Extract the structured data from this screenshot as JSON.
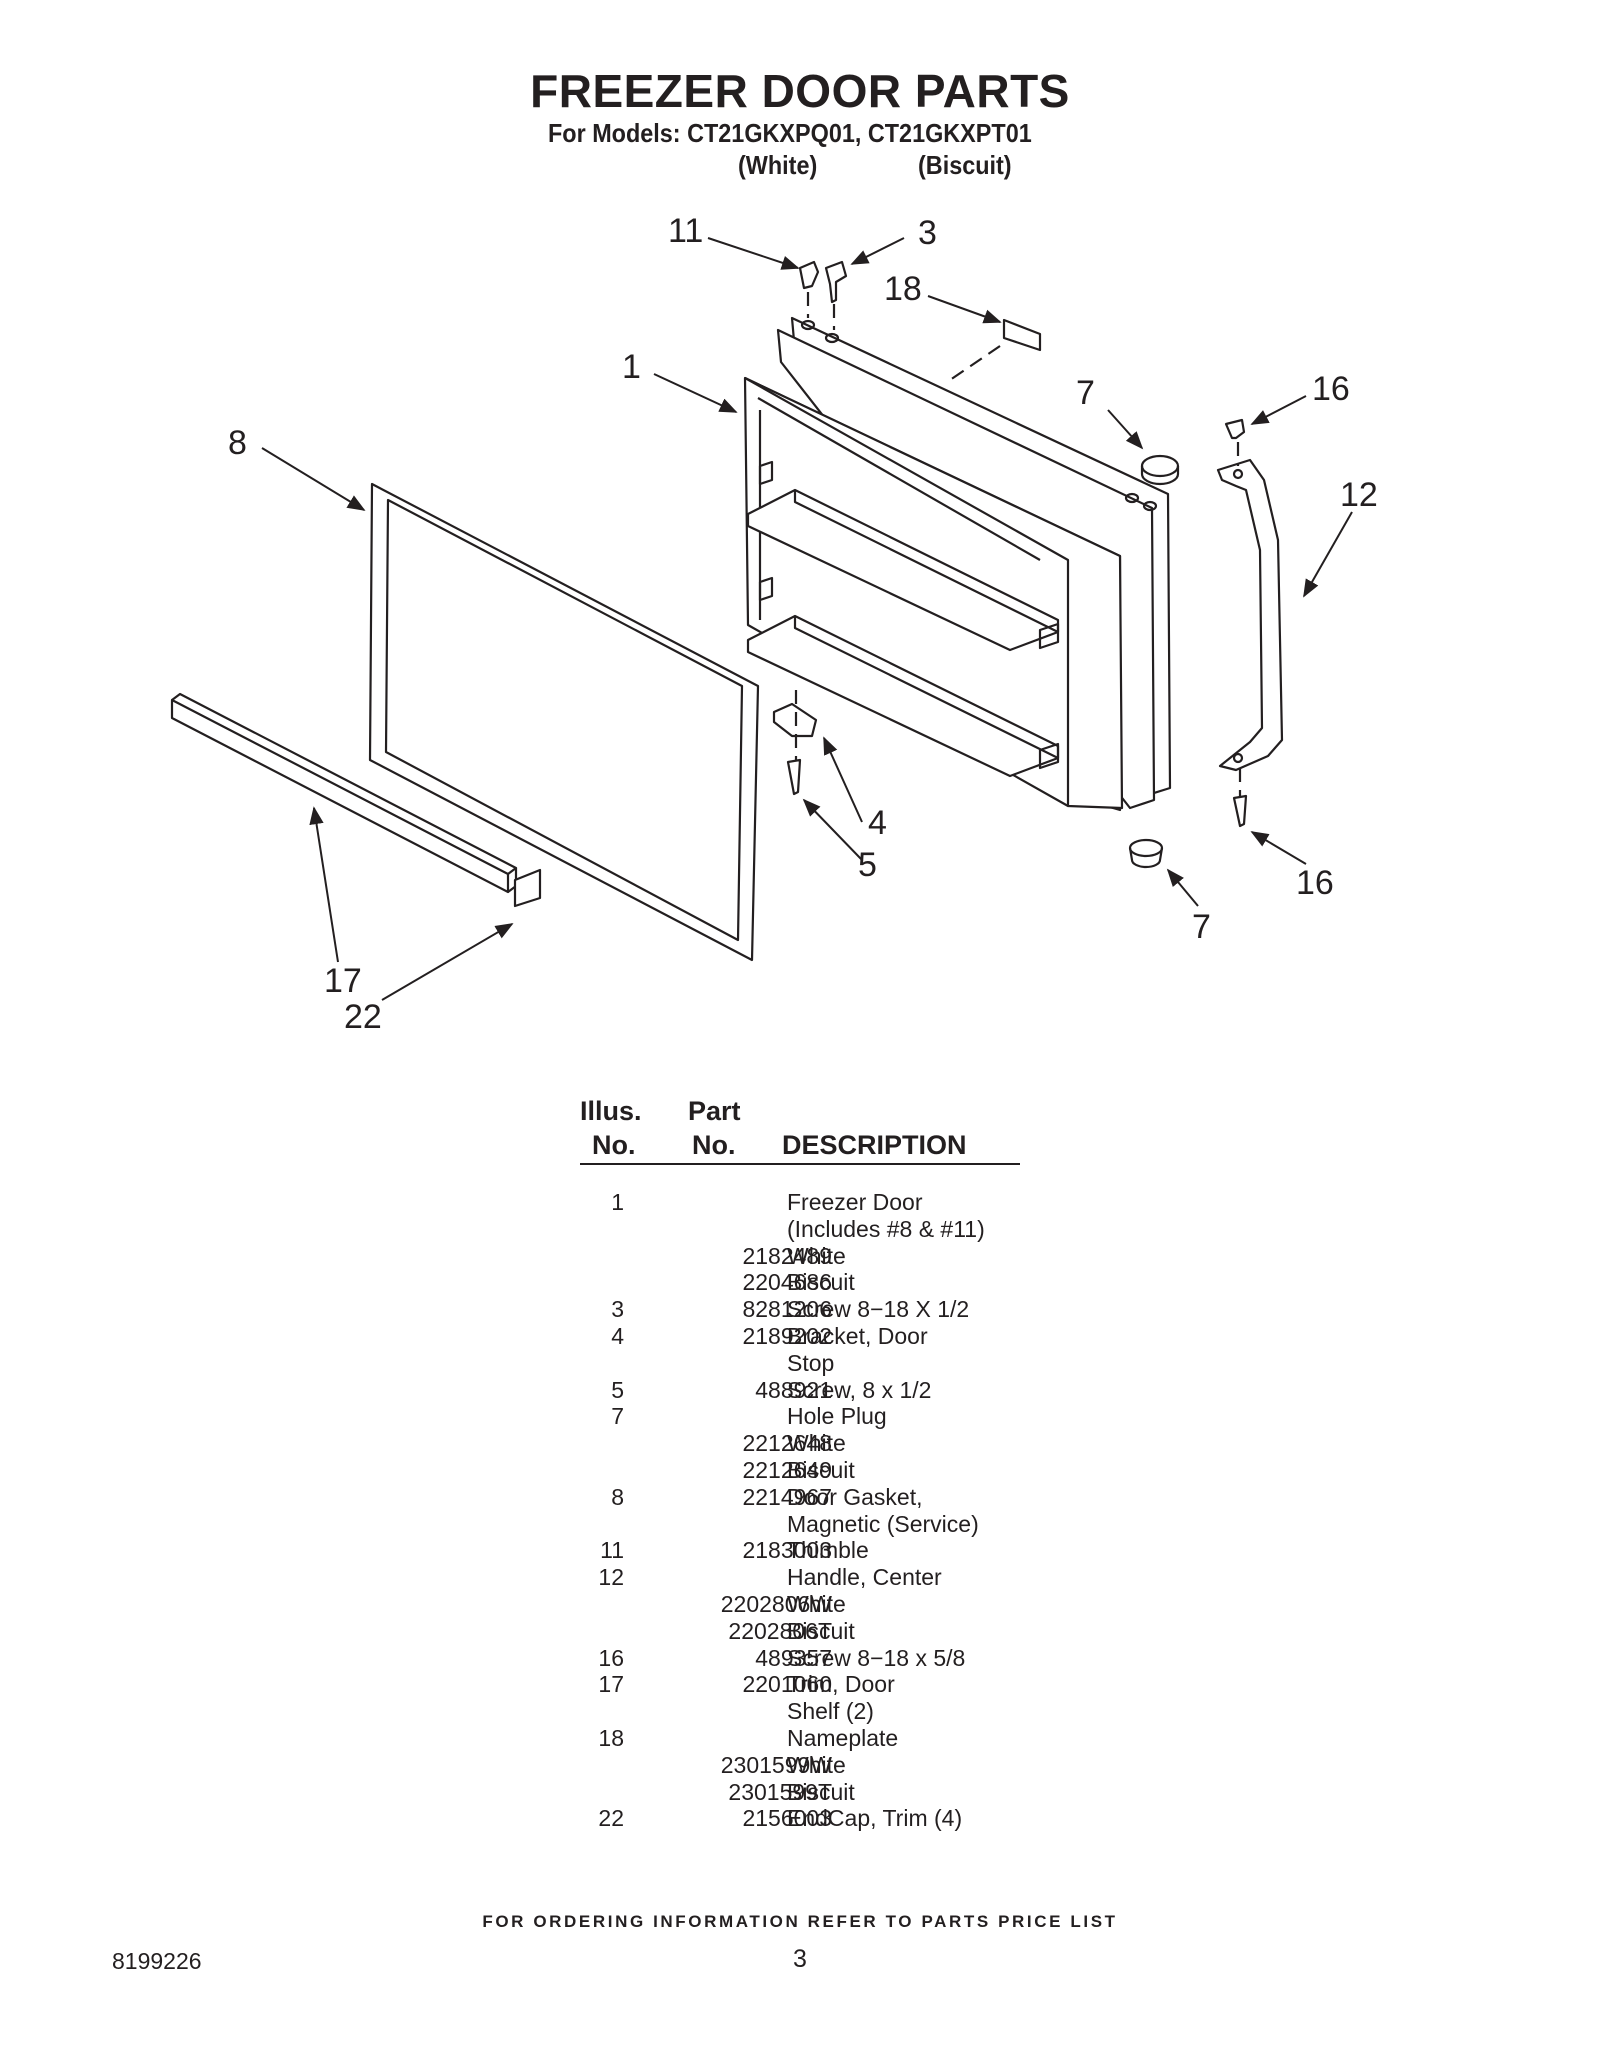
{
  "header": {
    "title": "FREEZER DOOR PARTS",
    "models_line": "For Models: CT21GKXPQ01, CT21GKXPT01",
    "variant_1": "(White)",
    "variant_2": "(Biscuit)"
  },
  "diagram": {
    "callouts": [
      "11",
      "3",
      "18",
      "1",
      "7",
      "16",
      "8",
      "12",
      "4",
      "5",
      "16",
      "7",
      "17",
      "22"
    ]
  },
  "table": {
    "header_illus_1": "Illus.",
    "header_illus_2": "No.",
    "header_part_1": "Part",
    "header_part_2": "No.",
    "header_desc": "DESCRIPTION",
    "rows": [
      {
        "illus": "1",
        "part": "",
        "desc": "Freezer Door"
      },
      {
        "illus": "",
        "part": "",
        "desc": "(Includes #8 & #11)"
      },
      {
        "illus": "",
        "part": "2182489",
        "desc": "White"
      },
      {
        "illus": "",
        "part": "2204686",
        "desc": "Biscuit"
      },
      {
        "illus": "3",
        "part": "8281206",
        "desc": "Screw 8−18 X 1/2"
      },
      {
        "illus": "4",
        "part": "2189202",
        "desc": "Bracket, Door"
      },
      {
        "illus": "",
        "part": "",
        "desc": "Stop"
      },
      {
        "illus": "5",
        "part": "488921",
        "desc": "Screw, 8 x 1/2"
      },
      {
        "illus": "7",
        "part": "",
        "desc": "Hole Plug"
      },
      {
        "illus": "",
        "part": "2212648",
        "desc": "White"
      },
      {
        "illus": "",
        "part": "2212649",
        "desc": "Biscuit"
      },
      {
        "illus": "8",
        "part": "2214967",
        "desc": "Door Gasket,"
      },
      {
        "illus": "",
        "part": "",
        "desc": "Magnetic (Service)"
      },
      {
        "illus": "11",
        "part": "2183003",
        "desc": "Thimble"
      },
      {
        "illus": "12",
        "part": "",
        "desc": "Handle, Center"
      },
      {
        "illus": "",
        "part": "2202806W",
        "desc": "White"
      },
      {
        "illus": "",
        "part": "2202806T",
        "desc": "Biscuit"
      },
      {
        "illus": "16",
        "part": "489357",
        "desc": "Screw 8−18 x 5/8"
      },
      {
        "illus": "17",
        "part": "2201060",
        "desc": "Trim, Door"
      },
      {
        "illus": "",
        "part": "",
        "desc": "Shelf (2)"
      },
      {
        "illus": "18",
        "part": "",
        "desc": "Nameplate"
      },
      {
        "illus": "",
        "part": "2301599W",
        "desc": "White"
      },
      {
        "illus": "",
        "part": "2301599T",
        "desc": "Biscuit"
      },
      {
        "illus": "22",
        "part": "2156003",
        "desc": "EndCap, Trim (4)"
      }
    ]
  },
  "footer": {
    "note": "FOR ORDERING INFORMATION REFER TO PARTS PRICE LIST",
    "doc_number": "8199226",
    "page_number": "3"
  }
}
